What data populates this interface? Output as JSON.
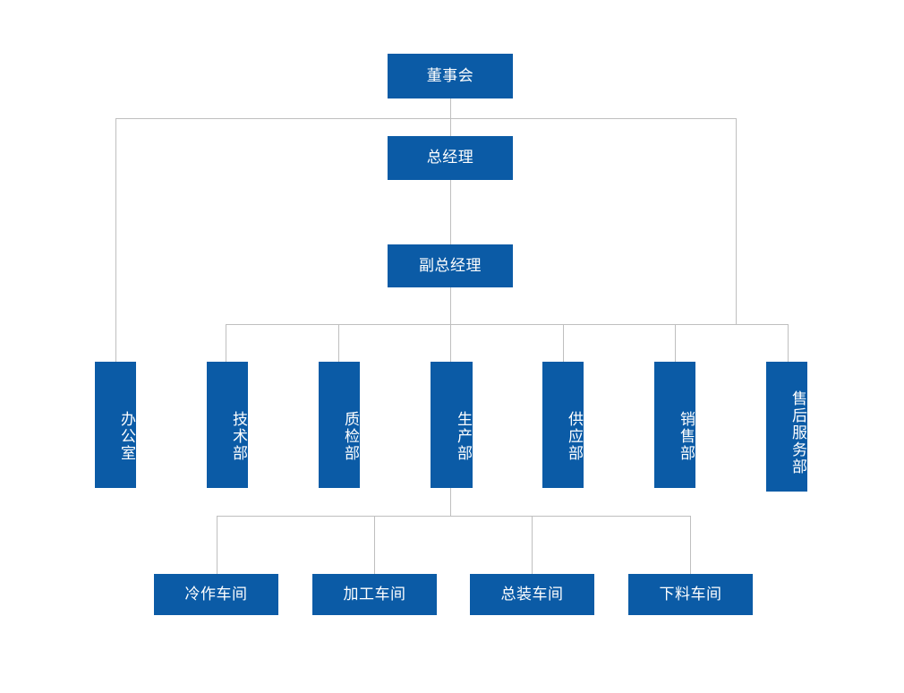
{
  "chart_data": {
    "type": "diagram",
    "title": "",
    "diagram_kind": "organizational-chart",
    "theme_color": "#0b5ba6",
    "connector_color": "#bfbfbf",
    "text_color": "#ffffff",
    "background": "#ffffff",
    "levels": [
      {
        "level": 1,
        "nodes": [
          "董事会"
        ]
      },
      {
        "level": 2,
        "nodes": [
          "总经理"
        ]
      },
      {
        "level": 3,
        "nodes": [
          "副总经理"
        ]
      },
      {
        "level": 4,
        "nodes": [
          "办公室",
          "技术部",
          "质检部",
          "生产部",
          "供应部",
          "销售部",
          "售后服务部"
        ]
      },
      {
        "level": 5,
        "nodes": [
          "冷作车间",
          "加工车间",
          "总装车间",
          "下料车间"
        ]
      }
    ],
    "edges": [
      {
        "from": "董事会",
        "to": "总经理"
      },
      {
        "from": "董事会",
        "to": "办公室"
      },
      {
        "from": "董事会",
        "to": "售后服务部"
      },
      {
        "from": "总经理",
        "to": "副总经理"
      },
      {
        "from": "副总经理",
        "to": "技术部"
      },
      {
        "from": "副总经理",
        "to": "质检部"
      },
      {
        "from": "副总经理",
        "to": "生产部"
      },
      {
        "from": "副总经理",
        "to": "供应部"
      },
      {
        "from": "副总经理",
        "to": "销售部"
      },
      {
        "from": "副总经理",
        "to": "售后服务部"
      },
      {
        "from": "生产部",
        "to": "冷作车间"
      },
      {
        "from": "生产部",
        "to": "加工车间"
      },
      {
        "from": "生产部",
        "to": "总装车间"
      },
      {
        "from": "生产部",
        "to": "下料车间"
      }
    ]
  },
  "org": {
    "board": {
      "label": "董事会"
    },
    "general_manager": {
      "label": "总经理"
    },
    "deputy_general_manager": {
      "label": "副总经理"
    },
    "departments": [
      {
        "label": "办公室"
      },
      {
        "label": "技术部"
      },
      {
        "label": "质检部"
      },
      {
        "label": "生产部"
      },
      {
        "label": "供应部"
      },
      {
        "label": "销售部"
      },
      {
        "label": "售后服务部"
      }
    ],
    "workshops": [
      {
        "label": "冷作车间"
      },
      {
        "label": "加工车间"
      },
      {
        "label": "总装车间"
      },
      {
        "label": "下料车间"
      }
    ]
  }
}
